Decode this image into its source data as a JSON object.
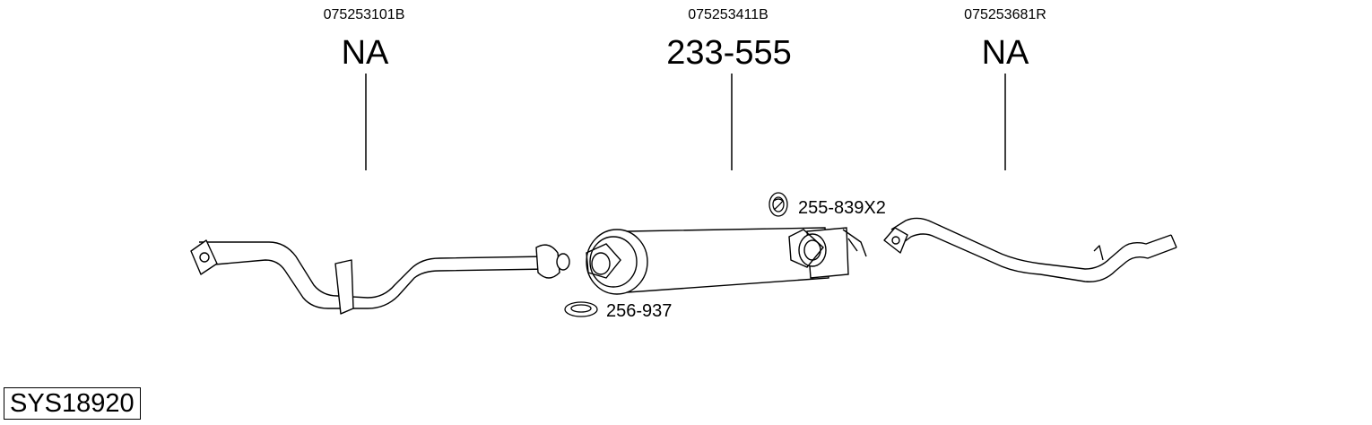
{
  "parts": [
    {
      "oe_number": "075253101B",
      "part_number": "NA"
    },
    {
      "oe_number": "075253411B",
      "part_number": "233-555"
    },
    {
      "oe_number": "075253681R",
      "part_number": "NA"
    }
  ],
  "accessories": [
    {
      "label": "255-839X2"
    },
    {
      "label": "256-937"
    }
  ],
  "system_code": "SYS18920"
}
